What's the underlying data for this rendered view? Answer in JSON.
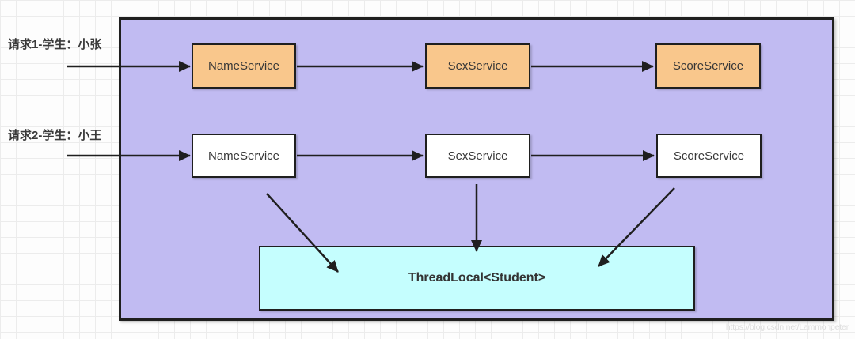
{
  "diagram": {
    "request_labels": {
      "request1": "请求1-学生：小张",
      "request2": "请求2-学生：小王"
    },
    "row1": {
      "service1": "NameService",
      "service2": "SexService",
      "service3": "ScoreService"
    },
    "row2": {
      "service1": "NameService",
      "service2": "SexService",
      "service3": "ScoreService"
    },
    "storage": "ThreadLocal<Student>"
  },
  "watermark": "https://blog.csdn.net/Lammonpeter",
  "colors": {
    "container_fill": "#C1BBF2",
    "service_row1_fill": "#F9C78C",
    "service_row2_fill": "#FFFFFF",
    "storage_fill": "#C5FEFE",
    "stroke": "#1F1F1F",
    "text": "#383838",
    "grid_line": "#ECECEC",
    "watermark_text": "#DCDCDC"
  }
}
